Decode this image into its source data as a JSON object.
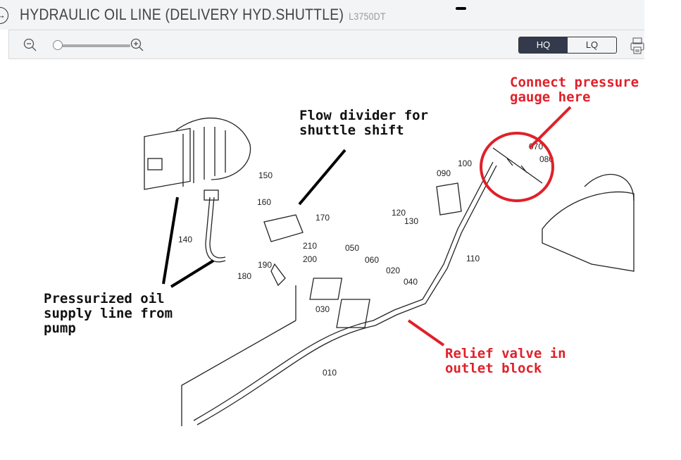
{
  "header": {
    "title": "HYDRAULIC OIL LINE (DELIVERY HYD.SHUTTLE)",
    "model": "L3750DT"
  },
  "toolbar": {
    "zoom_out": "zoom-out",
    "zoom_in": "zoom-in",
    "zoom_level": 0,
    "quality": [
      {
        "label": "HQ",
        "active": true
      },
      {
        "label": "LQ",
        "active": false
      }
    ]
  },
  "annotations": {
    "flow_divider": "Flow divider for\nshuttle shift",
    "pressure_gauge": "Connect pressure\ngauge here",
    "supply_line": "Pressurized oil\nsupply line from\npump",
    "relief_valve": "Relief valve in\noutlet block"
  },
  "parts": [
    "150",
    "160",
    "170",
    "140",
    "210",
    "180",
    "190",
    "200",
    "050",
    "060",
    "020",
    "040",
    "030",
    "010",
    "090",
    "100",
    "120",
    "130",
    "110",
    "070",
    "080"
  ],
  "colors": {
    "accent": "#333a4c",
    "annotation_red": "#e0202a"
  }
}
